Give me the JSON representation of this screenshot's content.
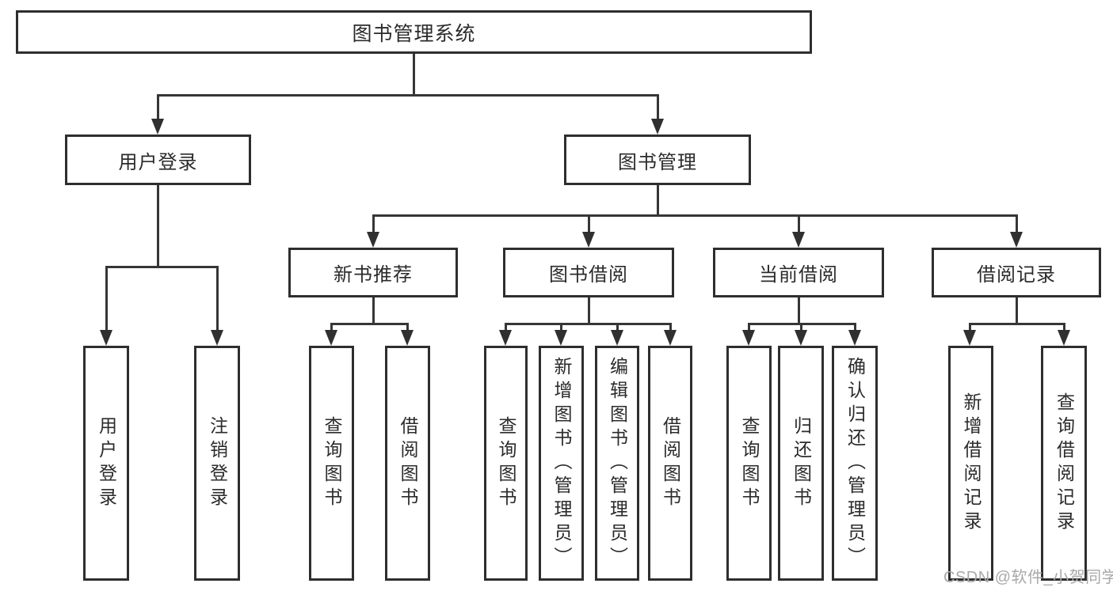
{
  "diagram": {
    "type": "hierarchy-tree",
    "title": "图书管理系统",
    "watermark": "CSDN @软件_小贺同学",
    "colors": {
      "background": "#ffffff",
      "box_border": "#2e2e2e",
      "connector_line": "#363636",
      "text": "#2b2b2b",
      "watermark_text": "#a9a9a9"
    },
    "nodes": {
      "root": "图书管理系统",
      "user_login": "用户登录",
      "book_mgmt": "图书管理",
      "new_book_rec": "新书推荐",
      "book_borrow": "图书借阅",
      "current_borrow": "当前借阅",
      "borrow_record": "借阅记录",
      "leaf_user_login": "用户登录",
      "leaf_logout": "注销登录",
      "leaf_rec_query": "查询图书",
      "leaf_rec_borrow": "借阅图书",
      "leaf_bb_query": "查询图书",
      "leaf_bb_add": "新增图书（管理员）",
      "leaf_bb_edit": "编辑图书（管理员）",
      "leaf_bb_borrow": "借阅图书",
      "leaf_cb_query": "查询图书",
      "leaf_cb_return": "归还图书",
      "leaf_cb_confirm": "确认归还（管理员）",
      "leaf_br_add": "新增借阅记录",
      "leaf_br_query": "查询借阅记录"
    },
    "structure": {
      "图书管理系统": {
        "用户登录": [
          "用户登录",
          "注销登录"
        ],
        "图书管理": {
          "新书推荐": [
            "查询图书",
            "借阅图书"
          ],
          "图书借阅": [
            "查询图书",
            "新增图书（管理员）",
            "编辑图书（管理员）",
            "借阅图书"
          ],
          "当前借阅": [
            "查询图书",
            "归还图书",
            "确认归还（管理员）"
          ],
          "借阅记录": [
            "新增借阅记录",
            "查询借阅记录"
          ]
        }
      }
    }
  }
}
